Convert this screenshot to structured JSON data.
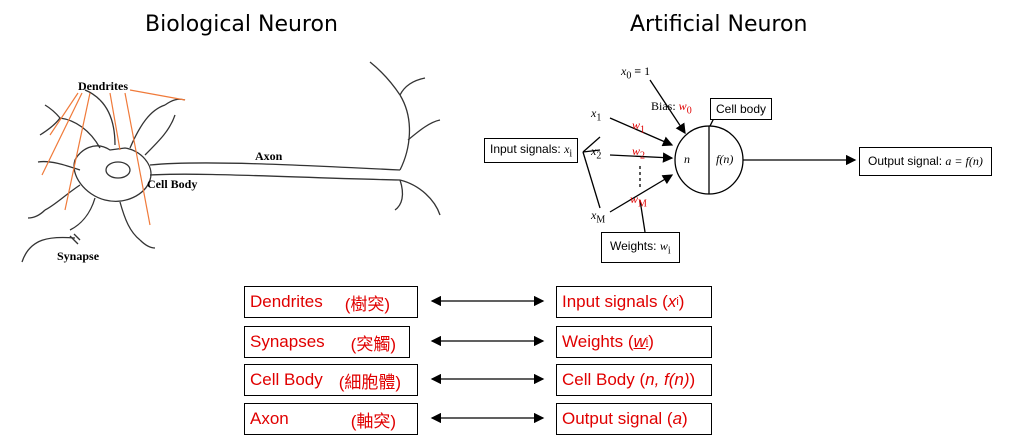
{
  "titles": {
    "biological": "Biological Neuron",
    "artificial": "Artificial Neuron"
  },
  "bio_labels": {
    "dendrites": "Dendrites",
    "cell_body": "Cell Body",
    "axon": "Axon",
    "synapse": "Synapse"
  },
  "artificial": {
    "x0": "x",
    "x0_sub": "0",
    "x0_eq": "≡ 1",
    "bias_label": "Bias:",
    "w0": "w",
    "w0_sub": "0",
    "cell_body_label": "Cell body",
    "input_signals_label": "Input signals:",
    "input_var": "x",
    "input_sub": "i",
    "x1": "x",
    "x1_sub": "1",
    "x2": "x",
    "x2_sub": "2",
    "xM": "x",
    "xM_sub": "M",
    "w1": "w",
    "w1_sub": "1",
    "w2": "w",
    "w2_sub": "2",
    "wM": "w",
    "wM_sub": "M",
    "n_label": "n",
    "fn_label": "f(n)",
    "output_label": "Output signal:",
    "output_expr": "a = f(n)",
    "weights_label": "Weights:",
    "weights_var": "w",
    "weights_sub": "i"
  },
  "mapping": [
    {
      "left_en": "Dendrites",
      "left_zh": "(樹突)",
      "right_prefix": "Input signals (",
      "right_var": "x",
      "right_sub": "i",
      "right_suffix": ")"
    },
    {
      "left_en": "Synapses",
      "left_zh": "(突觸)",
      "right_prefix": "Weights (",
      "right_var": "w",
      "right_sub": "i",
      "right_suffix": ")"
    },
    {
      "left_en": "Cell Body",
      "left_zh": "(細胞體)",
      "right_prefix": "Cell Body (",
      "right_var": "n, f(n)",
      "right_sub": "",
      "right_suffix": ")"
    },
    {
      "left_en": "Axon",
      "left_zh": "(軸突)",
      "right_prefix": "Output signal (",
      "right_var": "a",
      "right_sub": "",
      "right_suffix": ")"
    }
  ],
  "colors": {
    "accent_red": "#e00000",
    "dendrite_line_orange": "#f07a3a"
  }
}
